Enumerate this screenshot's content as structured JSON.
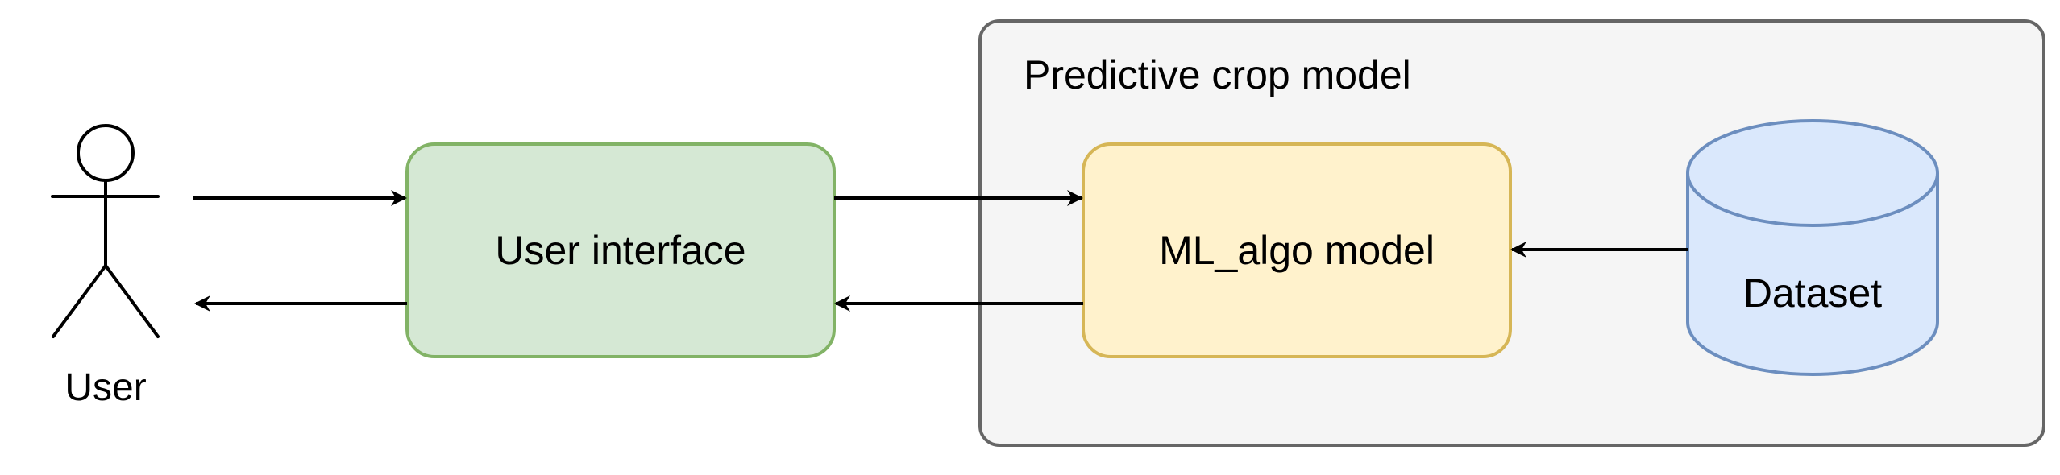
{
  "container": {
    "title": "Predictive crop model",
    "fill": "#f5f5f5",
    "stroke": "#666666"
  },
  "actor": {
    "label": "User",
    "stroke": "#000000"
  },
  "nodes": {
    "user_interface": {
      "label": "User interface",
      "fill": "#d5e8d4",
      "stroke": "#82b366"
    },
    "ml_model": {
      "label": "ML_algo model",
      "fill": "#fff2cc",
      "stroke": "#d6b656"
    },
    "dataset": {
      "label": "Dataset",
      "fill": "#dae8fc",
      "stroke": "#6c8ebf"
    }
  },
  "edges": [
    {
      "from": "User",
      "to": "User interface"
    },
    {
      "from": "User interface",
      "to": "User"
    },
    {
      "from": "User interface",
      "to": "ML_algo model"
    },
    {
      "from": "ML_algo model",
      "to": "User interface"
    },
    {
      "from": "Dataset",
      "to": "ML_algo model"
    }
  ]
}
